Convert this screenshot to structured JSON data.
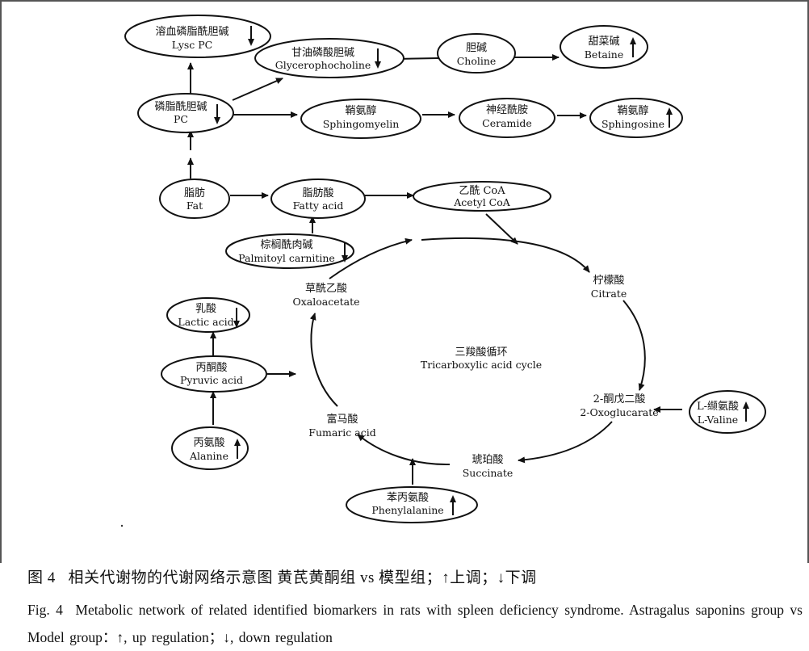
{
  "nodes": {
    "lysopc": {
      "cn": "溶血磷脂酰胆碱",
      "en": "Lysc PC",
      "reg": "down"
    },
    "glycerophosph": {
      "cn": "甘油磷酸胆碱",
      "en": "Glycerophocholine",
      "reg": "down"
    },
    "choline": {
      "cn": "胆碱",
      "en": "Choline",
      "reg": ""
    },
    "betaine": {
      "cn": "甜菜碱",
      "en": "Betaine",
      "reg": "up"
    },
    "pc": {
      "cn": "磷脂酰胆碱",
      "en": "PC",
      "reg": "down"
    },
    "sphingomyelin": {
      "cn": "鞘氨醇",
      "en": "Sphingomyelin",
      "reg": ""
    },
    "ceramide": {
      "cn": "神经酰胺",
      "en": "Ceramide",
      "reg": ""
    },
    "sphingosine": {
      "cn": "鞘氨醇",
      "en": "Sphingosine",
      "reg": "up"
    },
    "fat": {
      "cn": "脂肪",
      "en": "Fat",
      "reg": ""
    },
    "fattyacid": {
      "cn": "脂肪酸",
      "en": "Fatty acid",
      "reg": ""
    },
    "acetylcoa": {
      "cn": "乙酰 CoA",
      "en": "Acetyl CoA",
      "reg": ""
    },
    "palmitoyl": {
      "cn": "棕榈酰肉碱",
      "en": "Palmitoyl carnitine",
      "reg": "down"
    },
    "lactic": {
      "cn": "乳酸",
      "en": "Lactic acid",
      "reg": "down"
    },
    "pyruvic": {
      "cn": "丙酮酸",
      "en": "Pyruvic acid",
      "reg": ""
    },
    "alanine": {
      "cn": "丙氨酸",
      "en": "Alanine",
      "reg": "up"
    },
    "valine": {
      "cn": "L-缬氨酸",
      "en": "L-Valine",
      "reg": "up"
    },
    "phenylalanine": {
      "cn": "苯丙氨酸",
      "en": "Phenylalanine",
      "reg": "up"
    }
  },
  "cycle": {
    "title_cn": "三羧酸循环",
    "title_en": "Tricarboxylic acid cycle",
    "citrate": {
      "cn": "柠檬酸",
      "en": "Citrate"
    },
    "oxoglutarate": {
      "cn": "2-酮戊二酸",
      "en": "2-Oxoglucarate"
    },
    "succinate": {
      "cn": "琥珀酸",
      "en": "Succinate"
    },
    "fumarate": {
      "cn": "富马酸",
      "en": "Fumaric acid"
    },
    "oxaloacetate": {
      "cn": "草酰乙酸",
      "en": "Oxaloacetate"
    }
  },
  "caption": {
    "cn_num": "图 4",
    "cn_text": "相关代谢物的代谢网络示意图 黄芪黄酮组 vs 模型组；↑上调；↓下调",
    "en_num": "Fig. 4",
    "en_text": "Metabolic network of related identified biomarkers in rats with spleen deficiency syndrome. Astragalus saponins group vs Model group：↑, up regulation；↓, down regulation"
  }
}
